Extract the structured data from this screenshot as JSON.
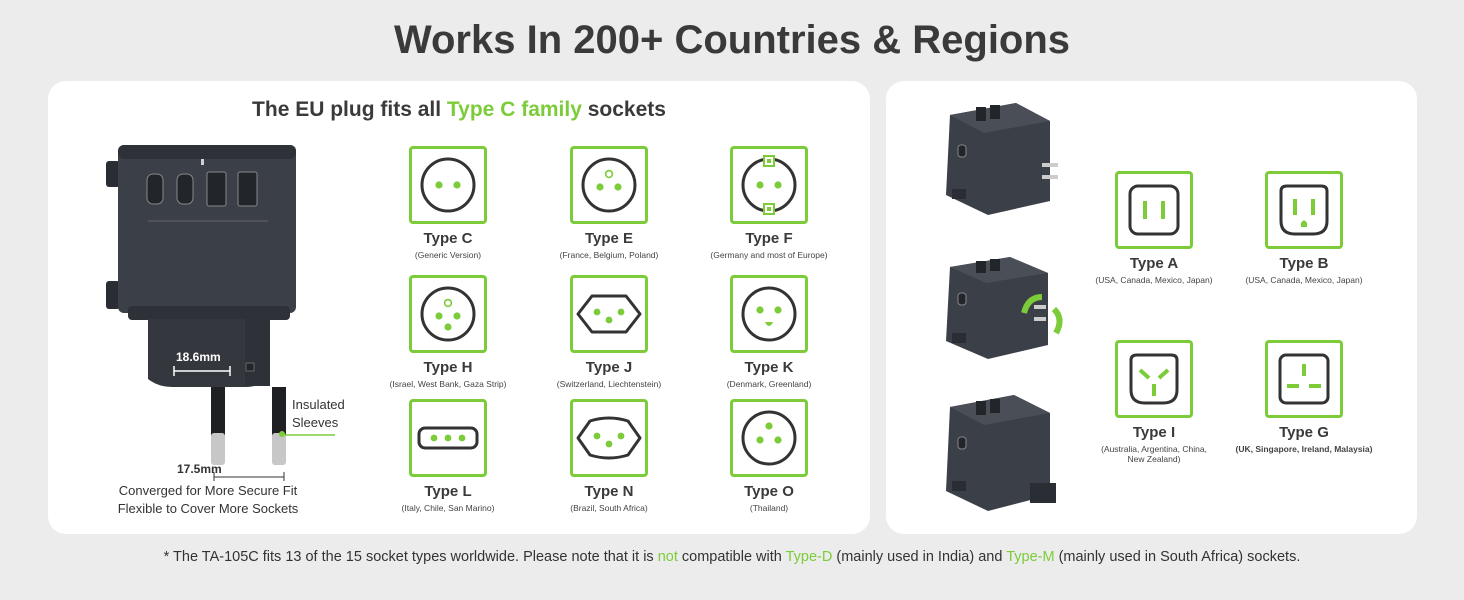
{
  "title": "Works In 200+ Countries & Regions",
  "left_panel": {
    "heading_pre": "The EU plug fits all ",
    "heading_hl": "Type C family",
    "heading_post": " sockets",
    "dim_top": "18.6mm",
    "dim_bottom": "17.5mm",
    "sleeves_line1": "Insulated",
    "sleeves_line2": "Sleeves",
    "caption_line1": "Converged for More Secure Fit",
    "caption_line2": "Flexible to Cover More Sockets",
    "sockets": [
      {
        "name": "Type C",
        "region": "(Generic Version)"
      },
      {
        "name": "Type E",
        "region": "(France, Belgium, Poland)"
      },
      {
        "name": "Type F",
        "region": "(Germany and most of Europe)"
      },
      {
        "name": "Type H",
        "region": "(Israel, West Bank, Gaza Strip)"
      },
      {
        "name": "Type J",
        "region": "(Switzerland, Liechtenstein)"
      },
      {
        "name": "Type K",
        "region": "(Denmark, Greenland)"
      },
      {
        "name": "Type L",
        "region": "(Italy, Chile, San Marino)"
      },
      {
        "name": "Type N",
        "region": "(Brazil, South Africa)"
      },
      {
        "name": "Type O",
        "region": "(Thailand)"
      }
    ]
  },
  "right_panel": {
    "sockets": [
      {
        "name": "Type A",
        "region": "(USA, Canada, Mexico, Japan)"
      },
      {
        "name": "Type B",
        "region": "(USA, Canada, Mexico, Japan)"
      },
      {
        "name": "Type I",
        "region_line1": "(Australia, Argentina, China,",
        "region_line2": "New Zealand)"
      },
      {
        "name": "Type G",
        "region": "(UK, Singapore, Ireland, Malaysia)"
      }
    ]
  },
  "footnote": {
    "part1": "* The TA-105C fits 13 of the 15 socket types worldwide. Please note that it is ",
    "not": "not",
    "part2": " compatible with ",
    "type_d": "Type-D",
    "part3": " (mainly used in India) and ",
    "type_m": "Type-M",
    "part4": " (mainly used in South Africa) sockets."
  },
  "colors": {
    "accent": "#7ccc3a",
    "dark": "#3a3a3a",
    "device": "#3b3f47"
  }
}
